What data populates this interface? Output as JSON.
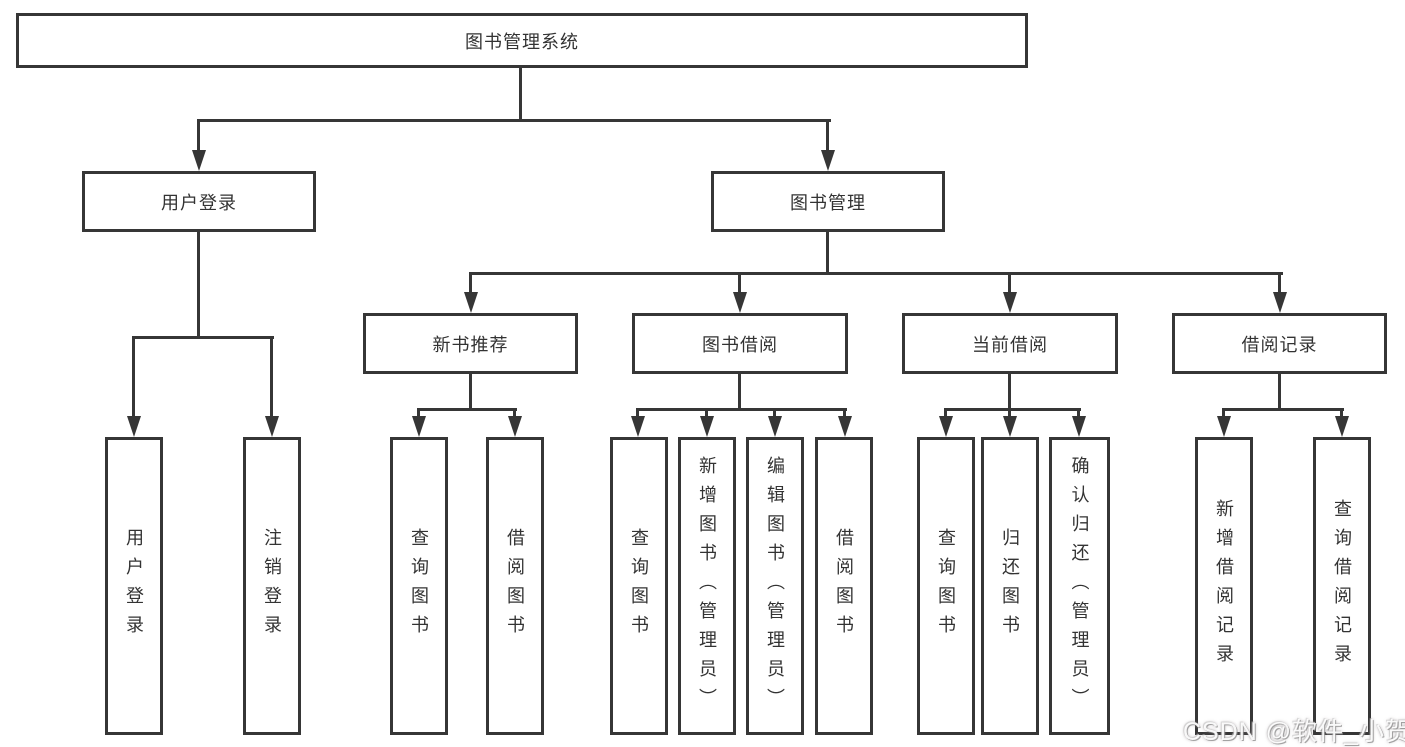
{
  "tree": {
    "root": "图书管理系统",
    "branches": [
      {
        "label": "用户登录",
        "children": [
          "用户登录",
          "注销登录"
        ]
      },
      {
        "label": "图书管理",
        "groups": [
          {
            "label": "新书推荐",
            "children": [
              "查询图书",
              "借阅图书"
            ]
          },
          {
            "label": "图书借阅",
            "children": [
              "查询图书",
              "新增图书（管理员）",
              "编辑图书（管理员）",
              "借阅图书"
            ]
          },
          {
            "label": "当前借阅",
            "children": [
              "查询图书",
              "归还图书",
              "确认归还（管理员）"
            ]
          },
          {
            "label": "借阅记录",
            "children": [
              "新增借阅记录",
              "查询借阅记录"
            ]
          }
        ]
      }
    ]
  },
  "watermark": "CSDN @软件_小贺同学",
  "colors": {
    "line": "#363636",
    "text": "#333333",
    "background": "#ffffff"
  }
}
